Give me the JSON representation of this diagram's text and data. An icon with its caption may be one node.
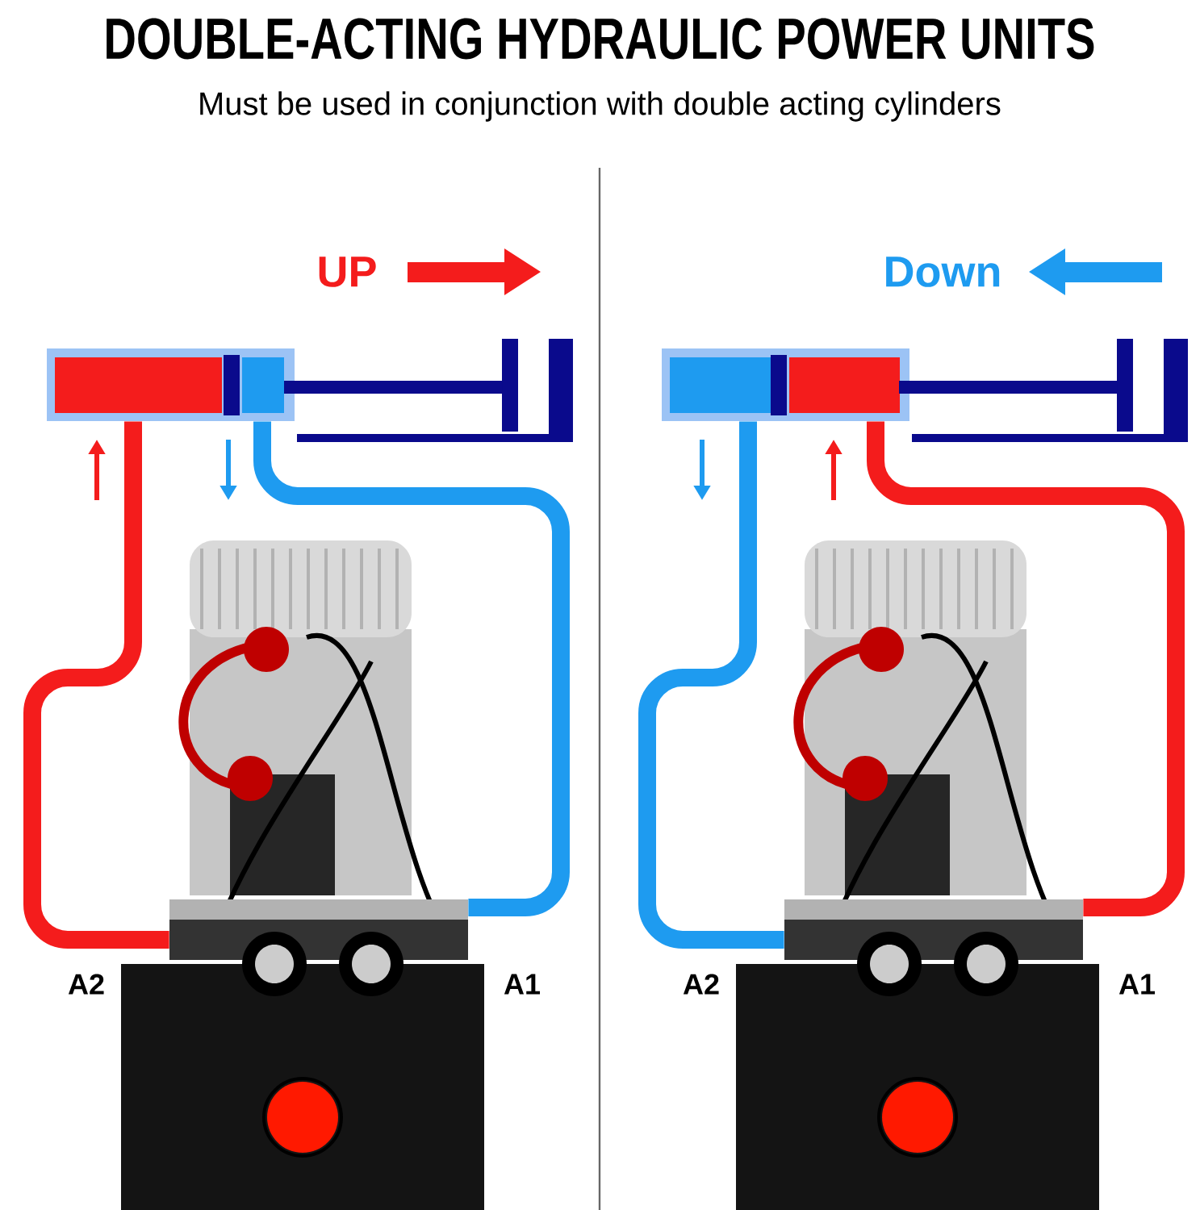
{
  "diagram": {
    "title": "DOUBLE-ACTING HYDRAULIC POWER UNITS",
    "nodes": [
      {
        "text": [],
        "shape": "cylinder"
      },
      {
        "text": [],
        "shape": "picture",
        "beside": [
          "A2",
          "A1"
        ]
      },
      {
        "text": [],
        "shape": "cylinder"
      },
      {
        "text": [],
        "shape": "picture",
        "beside": [
          "A2",
          "A1"
        ]
      }
    ],
    "edges": [
      {
        "from": 1,
        "to": 0,
        "arrow": "none",
        "color": "#f41c1c"
      },
      {
        "from": 0,
        "to": 1,
        "arrow": "none",
        "color": "#1e9bf0"
      },
      {
        "from": 2,
        "to": 3,
        "arrow": "none",
        "color": "#1e9bf0"
      },
      {
        "from": 3,
        "to": 2,
        "arrow": "none",
        "color": "#f41c1c"
      }
    ],
    "labels": [
      "Must be used in conjunction with double acting cylinders",
      "UP",
      "Down"
    ]
  }
}
